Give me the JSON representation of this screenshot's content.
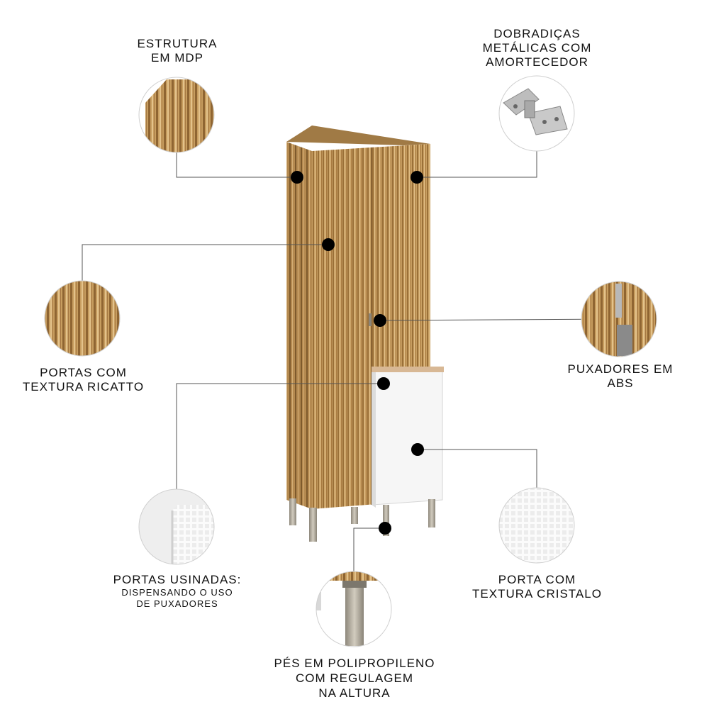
{
  "features": {
    "estrutura": {
      "lines": [
        "ESTRUTURA",
        "EM MDP"
      ]
    },
    "dobradicas": {
      "lines": [
        "DOBRADIÇAS",
        "METÁLICAS COM",
        "AMORTECEDOR"
      ]
    },
    "portas_ricatto": {
      "lines": [
        "PORTAS COM",
        "TEXTURA RICATTO"
      ]
    },
    "puxadores": {
      "lines": [
        "PUXADORES EM",
        "ABS"
      ]
    },
    "portas_usinadas": {
      "title": "PORTAS USINADAS:",
      "lines": [
        "DISPENSANDO O USO",
        "DE PUXADORES"
      ]
    },
    "porta_cristalo": {
      "lines": [
        "PORTA COM",
        "TEXTURA CRISTALO"
      ]
    },
    "pes": {
      "lines": [
        "PÉS EM POLIPROPILENO",
        "COM REGULAGEM",
        "NA ALTURA"
      ]
    }
  },
  "colors": {
    "wood_light": "#c49a5c",
    "wood_dark": "#8a6232",
    "white_panel": "#f4f4f4",
    "marker": "#000000",
    "leader_line": "#555555",
    "metal": "#b8b2a4"
  }
}
